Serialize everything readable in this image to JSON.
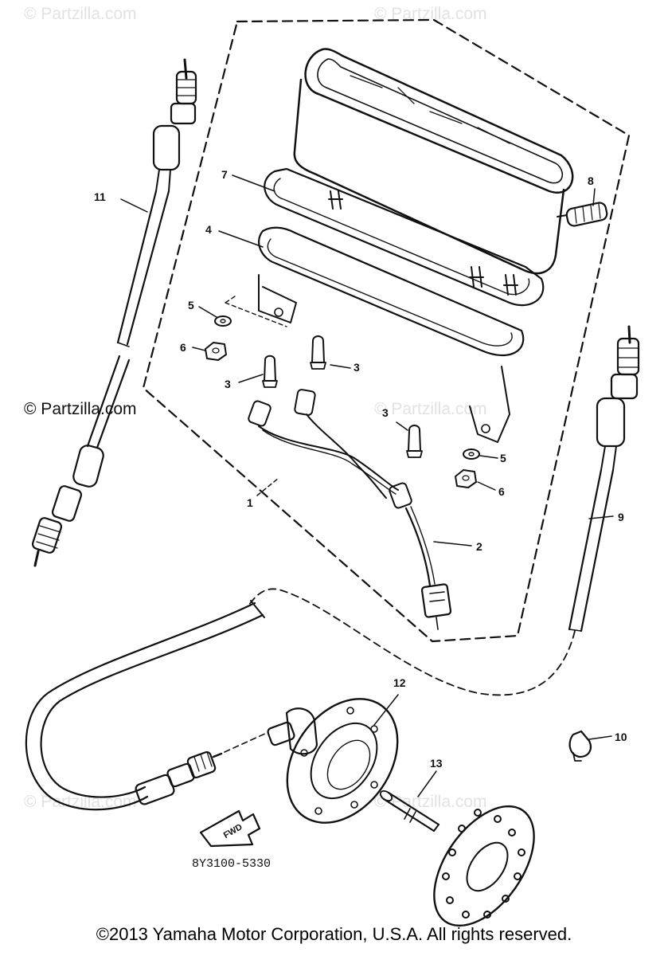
{
  "watermarks": {
    "top_left": "© Partzilla.com",
    "top_center": "© Partzilla.com",
    "mid_left": "© Partzilla.com",
    "mid_right": "© Partzilla.com",
    "bottom_left": "© Partzilla.com",
    "bottom_center": "© Partzilla.com"
  },
  "callouts": {
    "c1": "1",
    "c2": "2",
    "c3a": "3",
    "c3b": "3",
    "c3c": "3",
    "c4": "4",
    "c5a": "5",
    "c5b": "5",
    "c6a": "6",
    "c6b": "6",
    "c7": "7",
    "c8": "8",
    "c9": "9",
    "c10": "10",
    "c11": "11",
    "c12": "12",
    "c13": "13"
  },
  "fwd_label": "FWD",
  "diagram_code": "8Y3100-5330",
  "copyright": "©2013  Yamaha Motor Corporation, U.S.A. All rights reserved."
}
